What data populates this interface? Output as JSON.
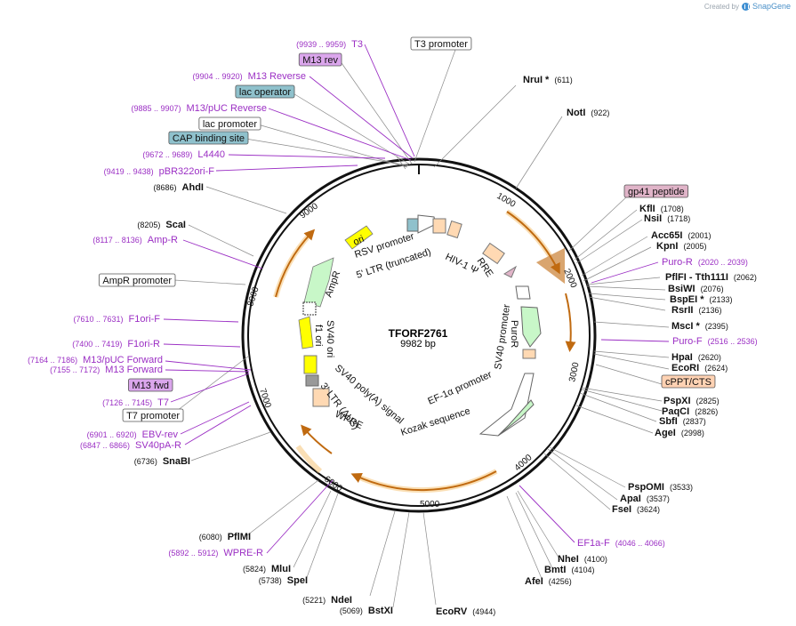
{
  "credit": {
    "created_by": "Created by",
    "brand": "SnapGene"
  },
  "plasmid": {
    "name": "TFORF2761",
    "size": "9982 bp"
  },
  "tick_labels": [
    "1000",
    "2000",
    "3000",
    "4000",
    "5000",
    "6000",
    "7000",
    "8000",
    "9000"
  ],
  "sites": [
    {
      "name": "NruI *",
      "pos": "(611)",
      "type": "enzyme"
    },
    {
      "name": "NotI",
      "pos": "(922)",
      "type": "enzyme"
    },
    {
      "name": "gp41 peptide",
      "pos": "",
      "type": "feature_box"
    },
    {
      "name": "KflI",
      "pos": "(1708)",
      "type": "enzyme"
    },
    {
      "name": "NsiI",
      "pos": "(1718)",
      "type": "enzyme"
    },
    {
      "name": "Acc65I",
      "pos": "(2001)",
      "type": "enzyme"
    },
    {
      "name": "KpnI",
      "pos": "(2005)",
      "type": "enzyme"
    },
    {
      "name": "Puro-R",
      "pos": "(2020 .. 2039)",
      "type": "primer"
    },
    {
      "name": "PflFI - Tth111I",
      "pos": "(2062)",
      "type": "enzyme"
    },
    {
      "name": "BsiWI",
      "pos": "(2076)",
      "type": "enzyme"
    },
    {
      "name": "BspEI *",
      "pos": "(2133)",
      "type": "enzyme"
    },
    {
      "name": "RsrII",
      "pos": "(2136)",
      "type": "enzyme"
    },
    {
      "name": "MscI *",
      "pos": "(2395)",
      "type": "enzyme"
    },
    {
      "name": "Puro-F",
      "pos": "(2516 .. 2536)",
      "type": "primer"
    },
    {
      "name": "HpaI",
      "pos": "(2620)",
      "type": "enzyme"
    },
    {
      "name": "EcoRI",
      "pos": "(2624)",
      "type": "enzyme"
    },
    {
      "name": "cPPT/CTS",
      "pos": "",
      "type": "feature_box"
    },
    {
      "name": "PspXI",
      "pos": "(2825)",
      "type": "enzyme"
    },
    {
      "name": "PaqCI",
      "pos": "(2826)",
      "type": "enzyme"
    },
    {
      "name": "SbfI",
      "pos": "(2837)",
      "type": "enzyme"
    },
    {
      "name": "AgeI",
      "pos": "(2998)",
      "type": "enzyme"
    },
    {
      "name": "PspOMI",
      "pos": "(3533)",
      "type": "enzyme"
    },
    {
      "name": "ApaI",
      "pos": "(3537)",
      "type": "enzyme"
    },
    {
      "name": "FseI",
      "pos": "(3624)",
      "type": "enzyme"
    },
    {
      "name": "EF1a-F",
      "pos": "(4046 .. 4066)",
      "type": "primer"
    },
    {
      "name": "NheI",
      "pos": "(4100)",
      "type": "enzyme"
    },
    {
      "name": "BmtI",
      "pos": "(4104)",
      "type": "enzyme"
    },
    {
      "name": "AfeI",
      "pos": "(4256)",
      "type": "enzyme"
    },
    {
      "name": "EcoRV",
      "pos": "(4944)",
      "type": "enzyme"
    },
    {
      "name": "BstXI",
      "pos": "(5069)",
      "type": "enzyme"
    },
    {
      "name": "NdeI",
      "pos": "(5221)",
      "type": "enzyme"
    },
    {
      "name": "SpeI",
      "pos": "(5738)",
      "type": "enzyme"
    },
    {
      "name": "MluI",
      "pos": "(5824)",
      "type": "enzyme"
    },
    {
      "name": "WPRE-R",
      "pos": "(5892 .. 5912)",
      "type": "primer"
    },
    {
      "name": "PflMI",
      "pos": "(6080)",
      "type": "enzyme"
    },
    {
      "name": "SnaBI",
      "pos": "(6736)",
      "type": "enzyme"
    },
    {
      "name": "SV40pA-R",
      "pos": "(6847 .. 6866)",
      "type": "primer"
    },
    {
      "name": "EBV-rev",
      "pos": "(6901 .. 6920)",
      "type": "primer"
    },
    {
      "name": "T7 promoter",
      "pos": "",
      "type": "feature_box"
    },
    {
      "name": "T7",
      "pos": "(7126 .. 7145)",
      "type": "primer"
    },
    {
      "name": "M13 fwd",
      "pos": "",
      "type": "primer_box"
    },
    {
      "name": "M13 Forward",
      "pos": "(7155 .. 7172)",
      "type": "primer"
    },
    {
      "name": "M13/pUC Forward",
      "pos": "(7164 .. 7186)",
      "type": "primer"
    },
    {
      "name": "F1ori-R",
      "pos": "(7400 .. 7419)",
      "type": "primer"
    },
    {
      "name": "F1ori-F",
      "pos": "(7610 .. 7631)",
      "type": "primer"
    },
    {
      "name": "AmpR promoter",
      "pos": "",
      "type": "feature_box"
    },
    {
      "name": "Amp-R",
      "pos": "(8117 .. 8136)",
      "type": "primer"
    },
    {
      "name": "ScaI",
      "pos": "(8205)",
      "type": "enzyme"
    },
    {
      "name": "AhdI",
      "pos": "(8686)",
      "type": "enzyme"
    },
    {
      "name": "pBR322ori-F",
      "pos": "(9419 .. 9438)",
      "type": "primer"
    },
    {
      "name": "L4440",
      "pos": "(9672 .. 9689)",
      "type": "primer"
    },
    {
      "name": "CAP binding site",
      "pos": "",
      "type": "feature_box"
    },
    {
      "name": "lac promoter",
      "pos": "",
      "type": "feature_box"
    },
    {
      "name": "M13/pUC Reverse",
      "pos": "(9885 .. 9907)",
      "type": "primer"
    },
    {
      "name": "lac operator",
      "pos": "",
      "type": "feature_box"
    },
    {
      "name": "M13 Reverse",
      "pos": "(9904 .. 9920)",
      "type": "primer"
    },
    {
      "name": "M13 rev",
      "pos": "",
      "type": "primer_box"
    },
    {
      "name": "T3",
      "pos": "(9939 .. 9959)",
      "type": "primer"
    },
    {
      "name": "T3 promoter",
      "pos": "",
      "type": "feature_box"
    }
  ],
  "inner_labels": [
    "RSV promoter",
    "5' LTR (truncated)",
    "HIV-1 Ψ",
    "RRE",
    "PuroR",
    "SV40 promoter",
    "EF-1α promoter",
    "Kozak sequence",
    "WPRE",
    "3' LTR (ΔU3)",
    "SV40 poly(A) signal",
    "SV40 ori",
    "f1 ori",
    "AmpR",
    "ori"
  ],
  "colors": {
    "enzyme": "#000000",
    "primer": "#9b2fc4",
    "orf_arrow": "#c06a10",
    "ori": "#ffff00",
    "ampr": "#c8f7c8",
    "ltr": "#ffd9b3",
    "box_teal": "#8fc1cc",
    "box_pink": "#e0b4c8",
    "box_orange": "#ffd2b3",
    "primer_box": "#dba6ec"
  }
}
